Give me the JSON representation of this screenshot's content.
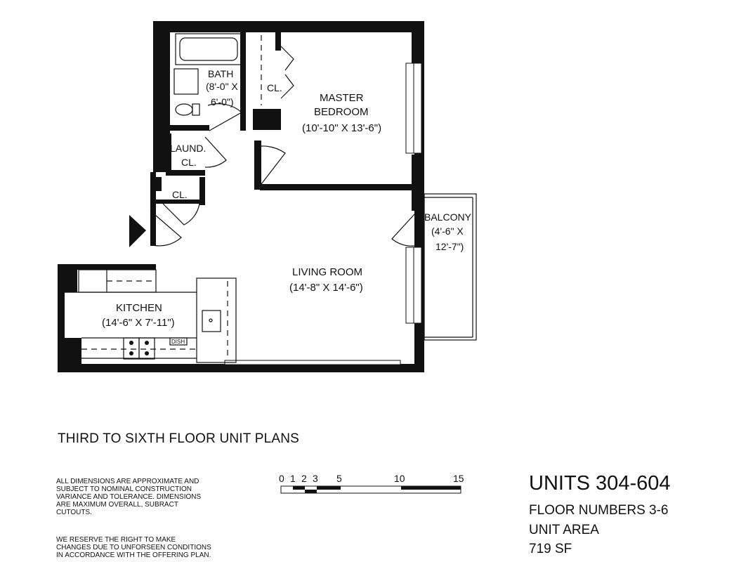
{
  "rooms": {
    "bath": {
      "name": "BATH",
      "dim_line1": "(8'-0\" X",
      "dim_line2": "6'-0\")"
    },
    "closet_bath": {
      "name": "CL."
    },
    "master_bedroom": {
      "name_line1": "MASTER",
      "name_line2": "BEDROOM",
      "dims": "(10'-10\" X 13'-6\")"
    },
    "laundry": {
      "name_line1": "LAUND.",
      "name_line2": "CL."
    },
    "closet_entry": {
      "name": "CL."
    },
    "balcony": {
      "name": "BALCONY",
      "dim_line1": "(4'-6\" X",
      "dim_line2": "12'-7\")"
    },
    "living_room": {
      "name": "LIVING ROOM",
      "dims": "(14'-8\" X 14'-6\")"
    },
    "kitchen": {
      "name": "KITCHEN",
      "dims": "(14'-6\" X 7'-11\")"
    },
    "dishwasher": {
      "name": "DISH"
    }
  },
  "caption": "THIRD TO SIXTH FLOOR UNIT PLANS",
  "notes": {
    "para1": [
      "ALL DIMENSIONS ARE APPROXIMATE AND",
      "SUBJECT TO NOMINAL CONSTRUCTION",
      "VARIANCE AND TOLERANCE.  DIMENSIONS",
      "ARE MAXIMUM OVERALL, SUBRACT",
      "CUTOUTS."
    ],
    "para2": [
      "WE RESERVE THE RIGHT TO MAKE",
      "CHANGES DUE TO UNFORSEEN CONDITIONS",
      "IN ACCORDANCE WITH THE OFFERING PLAN."
    ]
  },
  "scale": {
    "labels": [
      "0",
      "1",
      "2",
      "3",
      "5",
      "10",
      "15"
    ]
  },
  "unit": {
    "title": "UNITS 304-604",
    "floors": "FLOOR NUMBERS  3-6",
    "area_label": "UNIT AREA",
    "area_value": "719 SF"
  }
}
